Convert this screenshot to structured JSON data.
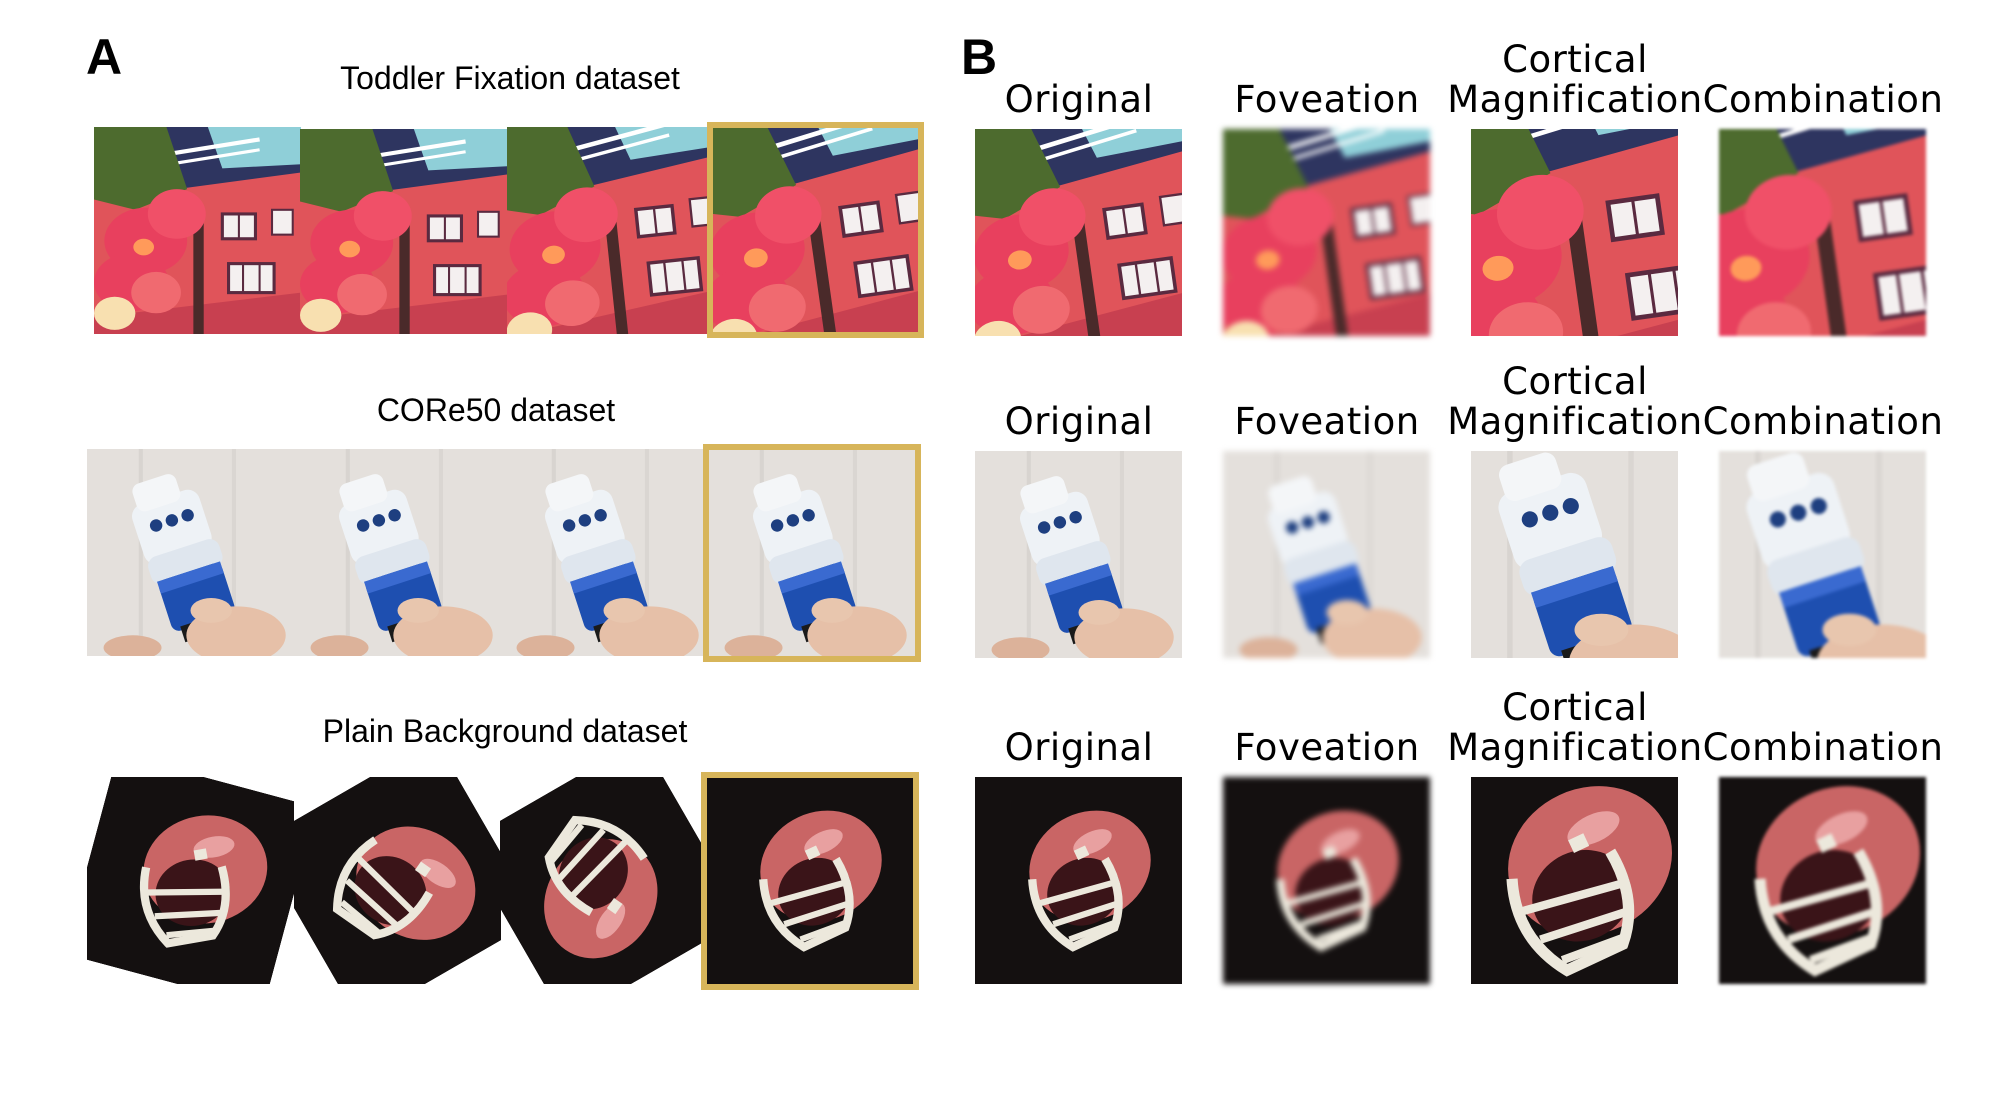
{
  "panelA": {
    "letter": "A",
    "datasets": [
      {
        "title": "Toddler Fixation dataset",
        "scene": "flowers"
      },
      {
        "title": "CORe50 dataset",
        "scene": "plug"
      },
      {
        "title": "Plain Background dataset",
        "scene": "helmet"
      }
    ]
  },
  "panelB": {
    "letter": "B",
    "columns": [
      "Original",
      "Foveation",
      "Cortical\nMagnification",
      "Combination"
    ],
    "col_labels": {
      "original": "Original",
      "foveation": "Foveation",
      "cortical_line1": "Cortical",
      "cortical_line2": "Magnification",
      "combination": "Combination"
    }
  },
  "colors": {
    "highlight": "#d7b55a",
    "flower_red": "#e8405e",
    "building_red": "#e0545a",
    "plug_blue": "#1e4fb0",
    "plug_white": "#eef2f6",
    "helmet_red": "#c96565",
    "helmet_bg": "#141010"
  }
}
